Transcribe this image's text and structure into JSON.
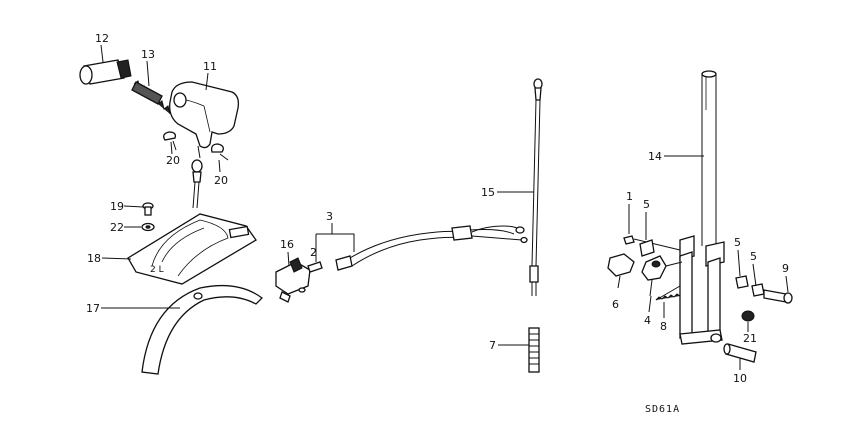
{
  "diagram_code": "SD61A",
  "callouts": {
    "c1": "1",
    "c2": "2",
    "c3": "3",
    "c4": "4",
    "c5a": "5",
    "c5b": "5",
    "c5c": "5",
    "c6": "6",
    "c7": "7",
    "c8": "8",
    "c9": "9",
    "c10": "10",
    "c11": "11",
    "c12": "12",
    "c13": "13",
    "c14": "14",
    "c15": "15",
    "c16": "16",
    "c17": "17",
    "c18": "18",
    "c19": "19",
    "c20a": "20",
    "c20b": "20",
    "c21": "21",
    "c22": "22"
  }
}
